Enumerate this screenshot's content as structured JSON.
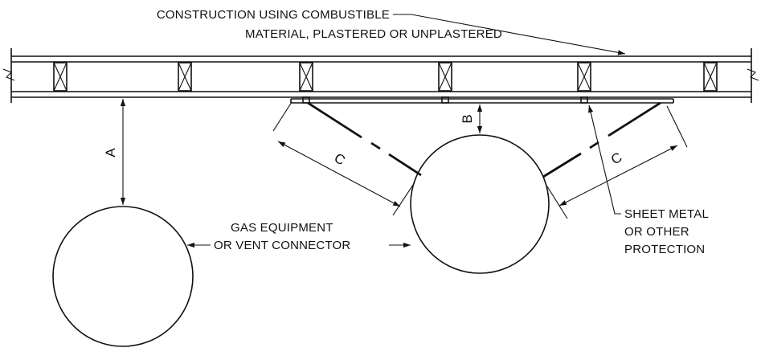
{
  "labels": {
    "construction_line1": "CONSTRUCTION USING COMBUSTIBLE",
    "construction_line2": "MATERIAL, PLASTERED OR UNPLASTERED",
    "equipment_line1": "GAS EQUIPMENT",
    "equipment_line2": "OR VENT CONNECTOR",
    "protection_line1": "SHEET METAL",
    "protection_line2": "OR OTHER",
    "protection_line3": "PROTECTION"
  },
  "dimensions": {
    "a": "A",
    "b": "B",
    "c_left": "C",
    "c_right": "C"
  }
}
